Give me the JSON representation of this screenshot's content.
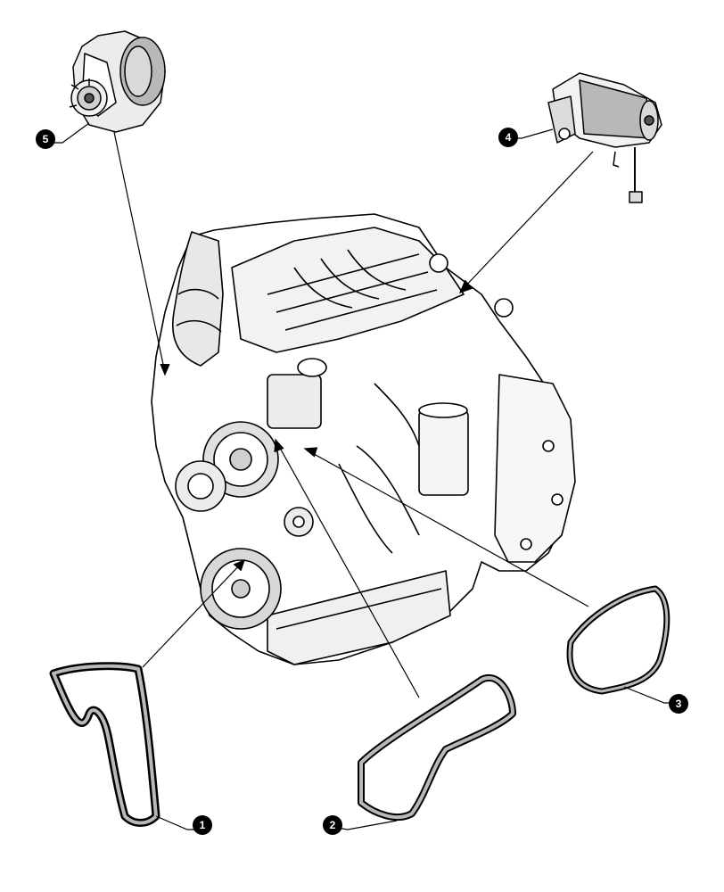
{
  "diagram": {
    "callouts": [
      {
        "label": "1",
        "part": "belt-1"
      },
      {
        "label": "2",
        "part": "belt-2"
      },
      {
        "label": "3",
        "part": "belt-3"
      },
      {
        "label": "4",
        "part": "starter-motor"
      },
      {
        "label": "5",
        "part": "alternator"
      }
    ],
    "colors": {
      "line": "#000000",
      "fill": "#ffffff",
      "metal": "#b8b8b8",
      "dark": "#555555"
    }
  }
}
